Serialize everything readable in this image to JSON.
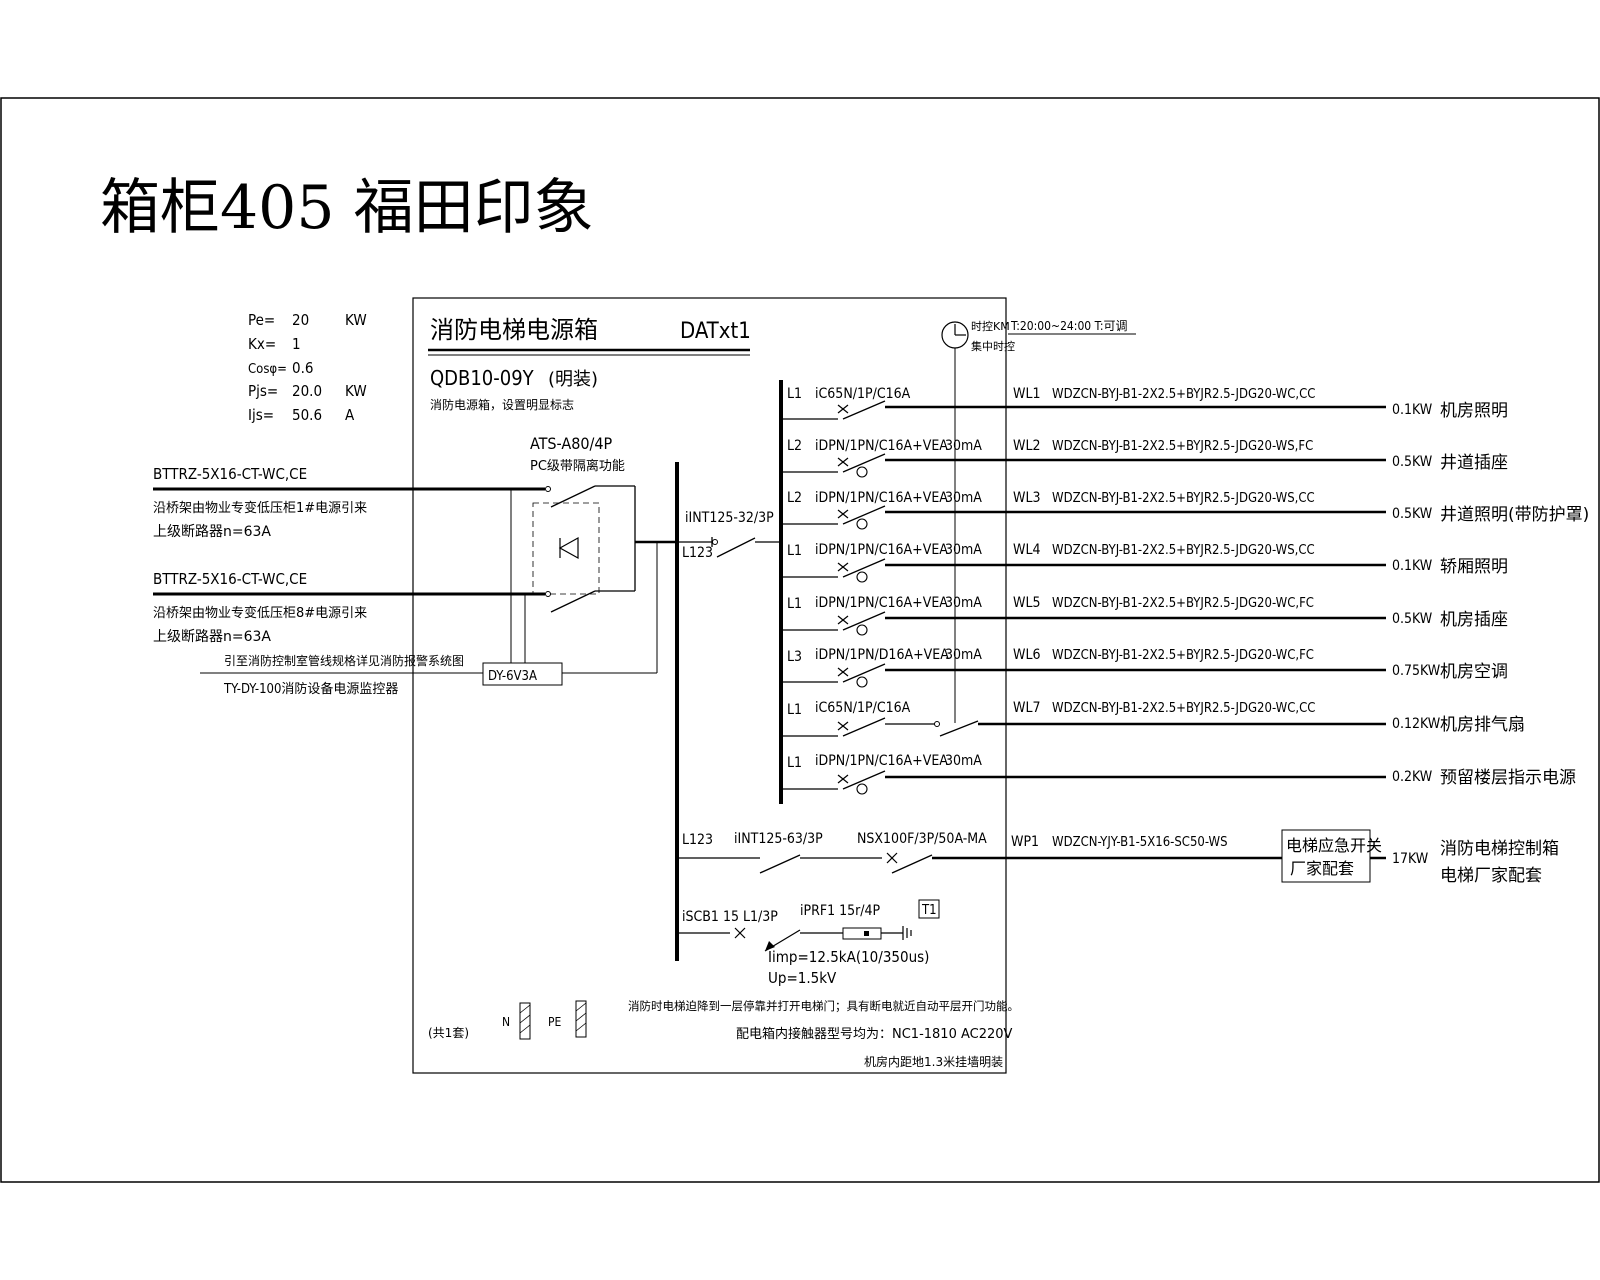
{
  "title": "箱柜405 福田印象",
  "box": {
    "name": "消防电梯电源箱",
    "code": "DATxt1",
    "model": "QDB10-09Y",
    "mount": "(明装)",
    "note": "消防电源箱，设置明显标志"
  },
  "load_params": [
    {
      "label": "Pe=",
      "value": "20",
      "unit": "KW"
    },
    {
      "label": "Kx=",
      "value": "1",
      "unit": ""
    },
    {
      "label": "Cosφ=",
      "value": "0.6",
      "unit": ""
    },
    {
      "label": "Pjs=",
      "value": "20.0",
      "unit": "KW"
    },
    {
      "label": "Ijs=",
      "value": "50.6",
      "unit": "A"
    }
  ],
  "incoming": [
    {
      "cable": "BTTRZ-5X16-CT-WC,CE",
      "source": "沿桥架由物业专变低压柜1#电源引来",
      "upstream": "上级断路器n=63A"
    },
    {
      "cable": "BTTRZ-5X16-CT-WC,CE",
      "source": "沿桥架由物业专变低压柜8#电源引来",
      "upstream": "上级断路器n=63A"
    }
  ],
  "ats": {
    "model": "ATS-A80/4P",
    "desc": "PC级带隔离功能"
  },
  "monitor": {
    "note": "引至消防控制室管线规格详见消防报警系统图",
    "module": "DY-6V3A",
    "controller": "TY-DY-100消防设备电源监控器"
  },
  "main_branch": {
    "breaker": "iINT125-32/3P",
    "phase": "L123"
  },
  "timer": {
    "label1": "时控KM",
    "label2": "集中时控",
    "schedule": "T:20:00~24:00 T:可调"
  },
  "circuits": [
    {
      "phase": "L1",
      "breaker": "iC65N/1P/C16A",
      "rcd": "",
      "id": "WL1",
      "cable": "WDZCN-BYJ-B1-2X2.5+BYJR2.5-JDG20-WC,CC",
      "power": "0.1KW",
      "load": "机房照明"
    },
    {
      "phase": "L2",
      "breaker": "iDPN/1PN/C16A+VEA",
      "rcd": "30mA",
      "id": "WL2",
      "cable": "WDZCN-BYJ-B1-2X2.5+BYJR2.5-JDG20-WS,FC",
      "power": "0.5KW",
      "load": "井道插座"
    },
    {
      "phase": "L2",
      "breaker": "iDPN/1PN/C16A+VEA",
      "rcd": "30mA",
      "id": "WL3",
      "cable": "WDZCN-BYJ-B1-2X2.5+BYJR2.5-JDG20-WS,CC",
      "power": "0.5KW",
      "load": "井道照明(带防护罩)"
    },
    {
      "phase": "L1",
      "breaker": "iDPN/1PN/C16A+VEA",
      "rcd": "30mA",
      "id": "WL4",
      "cable": "WDZCN-BYJ-B1-2X2.5+BYJR2.5-JDG20-WS,CC",
      "power": "0.1KW",
      "load": "轿厢照明"
    },
    {
      "phase": "L1",
      "breaker": "iDPN/1PN/C16A+VEA",
      "rcd": "30mA",
      "id": "WL5",
      "cable": "WDZCN-BYJ-B1-2X2.5+BYJR2.5-JDG20-WC,FC",
      "power": "0.5KW",
      "load": "机房插座"
    },
    {
      "phase": "L3",
      "breaker": "iDPN/1PN/D16A+VEA",
      "rcd": "30mA",
      "id": "WL6",
      "cable": "WDZCN-BYJ-B1-2X2.5+BYJR2.5-JDG20-WC,FC",
      "power": "0.75KW",
      "load": "机房空调"
    },
    {
      "phase": "L1",
      "breaker": "iC65N/1P/C16A",
      "rcd": "",
      "id": "WL7",
      "cable": "WDZCN-BYJ-B1-2X2.5+BYJR2.5-JDG20-WC,CC",
      "power": "0.12KW",
      "load": "机房排气扇"
    },
    {
      "phase": "L1",
      "breaker": "iDPN/1PN/C16A+VEA",
      "rcd": "30mA",
      "id": "",
      "cable": "",
      "power": "0.2KW",
      "load": "预留楼层指示电源"
    }
  ],
  "power_circuit": {
    "phase": "L123",
    "breaker1": "iINT125-63/3P",
    "breaker2": "NSX100F/3P/50A-MA",
    "id": "WP1",
    "cable": "WDZCN-YJY-B1-5X16-SC50-WS",
    "switch1": "电梯应急开关",
    "switch2": "厂家配套",
    "power": "17KW",
    "load1": "消防电梯控制箱",
    "load2": "电梯厂家配套"
  },
  "spd": {
    "breaker": "iSCB1 15 L1/3P",
    "model": "iPRF1 15r/4P",
    "class": "T1",
    "iimp": "Iimp=12.5kA(10/350us)",
    "up": "Up=1.5kV"
  },
  "footer": {
    "sets": "(共1套)",
    "n": "N",
    "pe": "PE",
    "note1": "消防时电梯迫降到一层停靠并打开电梯门；具有断电就近自动平层开门功能。",
    "note2": "配电箱内接触器型号均为：NC1-1810 AC220V",
    "note3": "机房内距地1.3米挂墙明装"
  }
}
